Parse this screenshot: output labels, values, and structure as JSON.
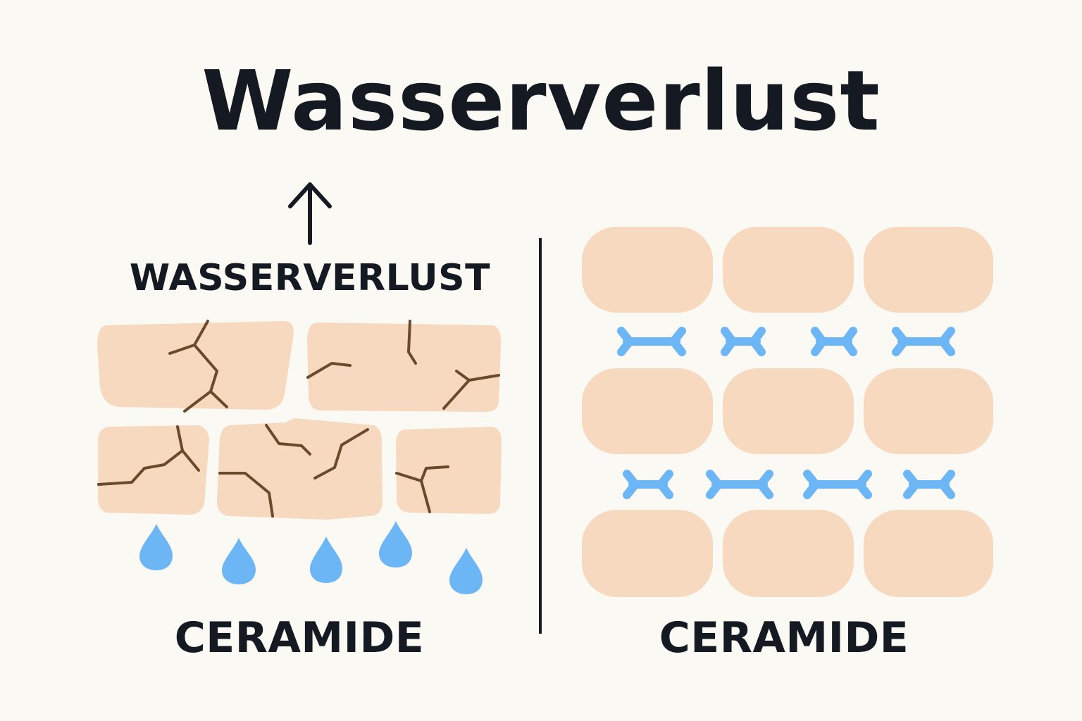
{
  "title": "Wasserverlust",
  "left_panel": {
    "arrow_label": "WASSERVERLUST",
    "bottom_label": "CERAMIDE"
  },
  "right_panel": {
    "bottom_label": "CERAMIDE"
  },
  "colors": {
    "background": "#fbf9f4",
    "skin_cell": "#f7d9bf",
    "crack": "#6b4a2c",
    "water": "#6cb6f6",
    "ceramide_lipid": "#6cb6f6",
    "text": "#151a22"
  }
}
